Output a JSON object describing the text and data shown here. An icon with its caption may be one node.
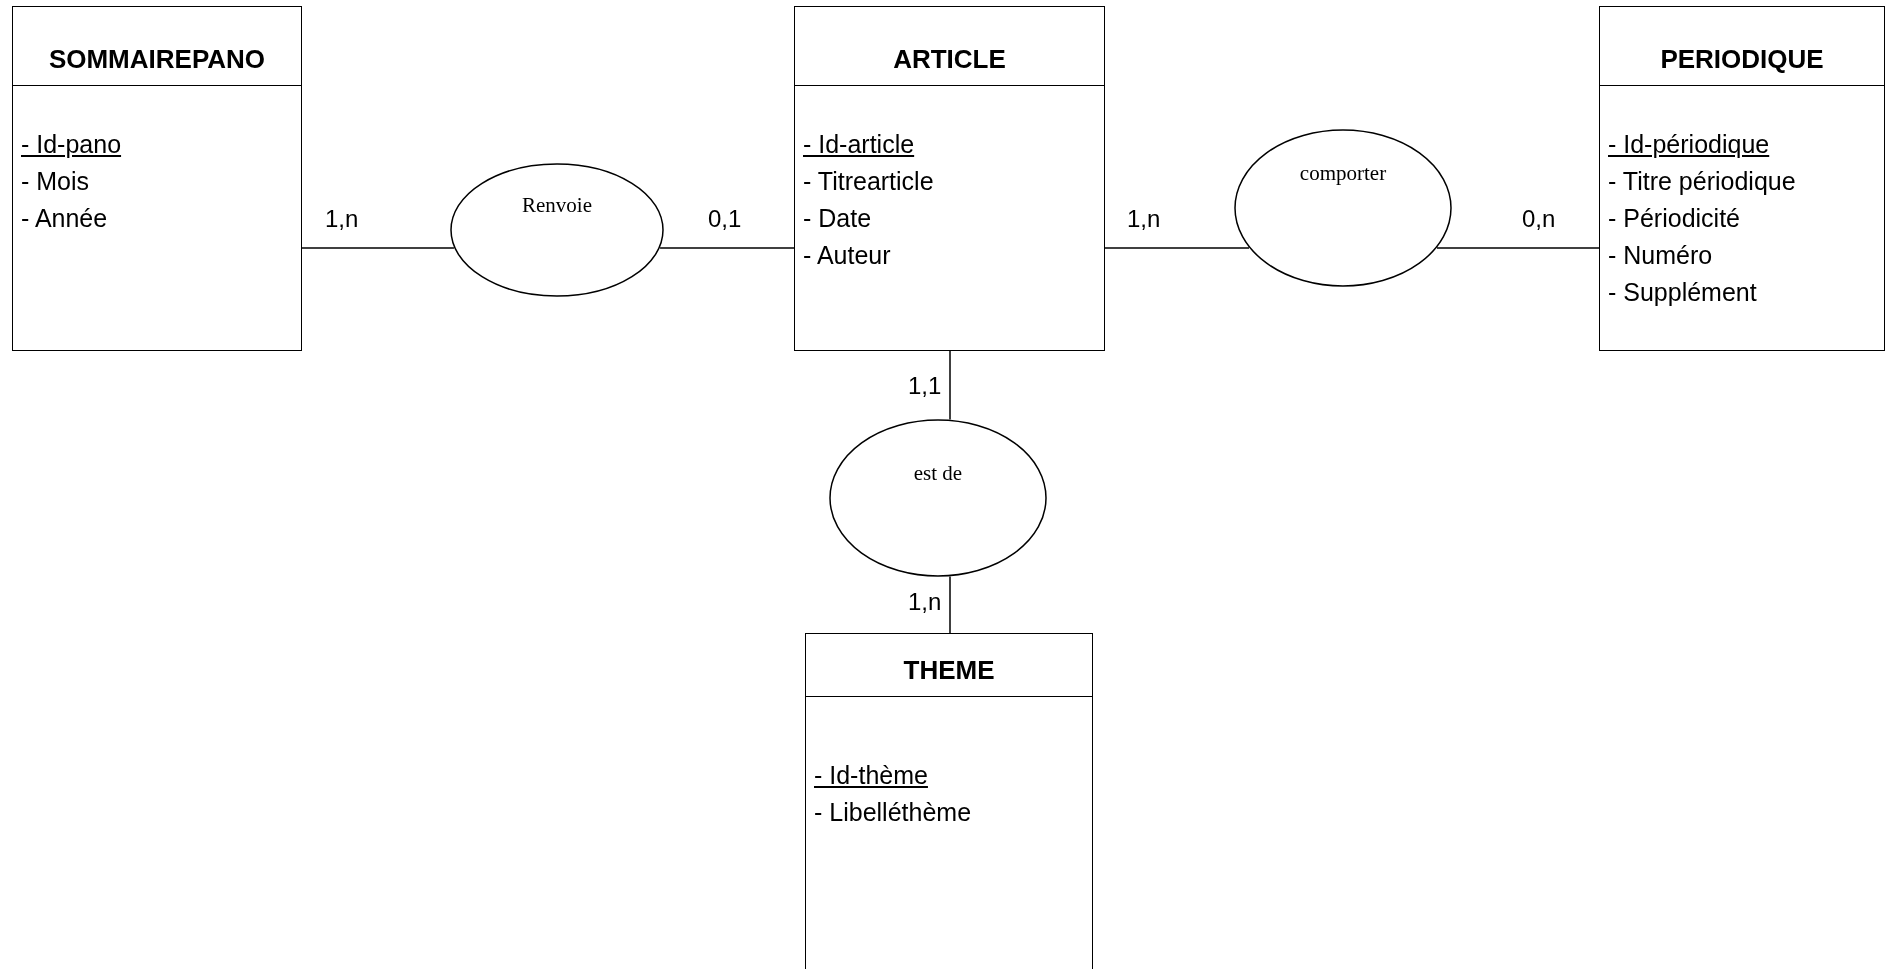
{
  "diagram": {
    "nodes": [
      {
        "text": [
          "SOMMAIREPANO",
          "- Id-pano",
          "- Mois",
          "- Année"
        ]
      },
      {
        "text": [
          "Renvoie"
        ]
      },
      {
        "text": [
          "ARTICLE",
          "- Id-article",
          "- Titrearticle",
          "- Date",
          "- Auteur"
        ]
      },
      {
        "text": [
          "comporter"
        ]
      },
      {
        "text": [
          "PERIODIQUE",
          "-  Id-périodique",
          "- Titre périodique",
          "- Périodicité",
          "- Numéro",
          "- Supplément"
        ]
      },
      {
        "text": [
          "est de"
        ]
      },
      {
        "text": [
          "THEME",
          "- Id-thème",
          "- Libelléthème"
        ]
      }
    ],
    "edges": [
      {
        "from": 0,
        "to": 1,
        "arrow": "none",
        "label": "1,n"
      },
      {
        "from": 1,
        "to": 2,
        "arrow": "none",
        "label": "0,1"
      },
      {
        "from": 2,
        "to": 3,
        "arrow": "none",
        "label": "1,n"
      },
      {
        "from": 3,
        "to": 4,
        "arrow": "none",
        "label": "0,n"
      },
      {
        "from": 2,
        "to": 5,
        "arrow": "none",
        "label": "1,1"
      },
      {
        "from": 5,
        "to": 6,
        "arrow": "none",
        "label": "1,n"
      }
    ]
  }
}
